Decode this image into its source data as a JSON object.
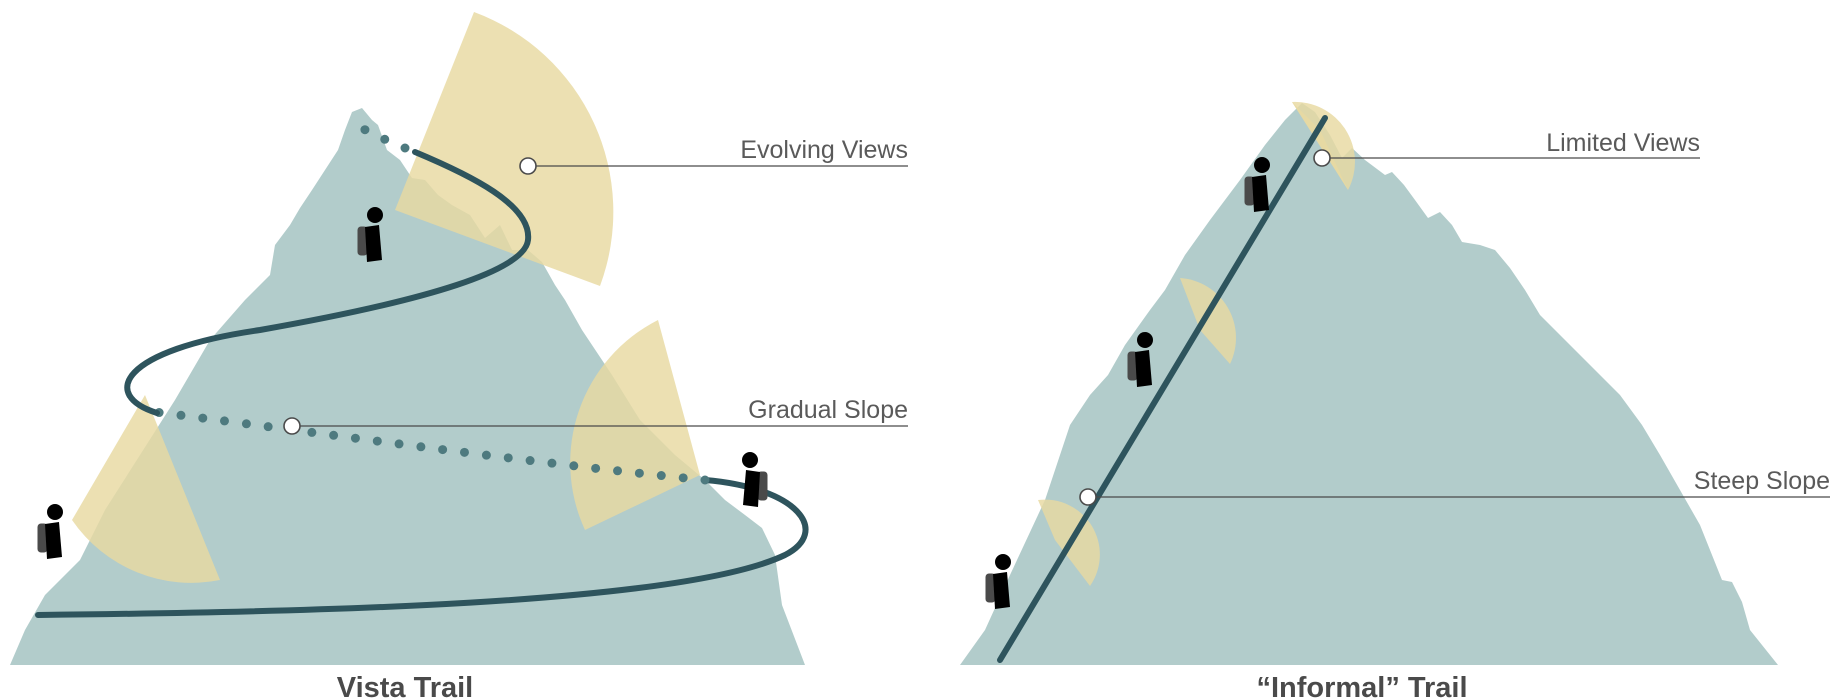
{
  "vista_trail": {
    "caption": "Vista Trail",
    "labels": {
      "evolving_views": "Evolving Views",
      "gradual_slope": "Gradual Slope"
    }
  },
  "informal_trail": {
    "caption": "“Informal” Trail",
    "labels": {
      "limited_views": "Limited Views",
      "steep_slope": "Steep Slope"
    }
  },
  "colors": {
    "mountain": "#b2cccb",
    "view_cone": "#e8d9a1",
    "trail": "#2e545d",
    "hiker": "#4a4a4a",
    "text": "#5a5a5a"
  }
}
